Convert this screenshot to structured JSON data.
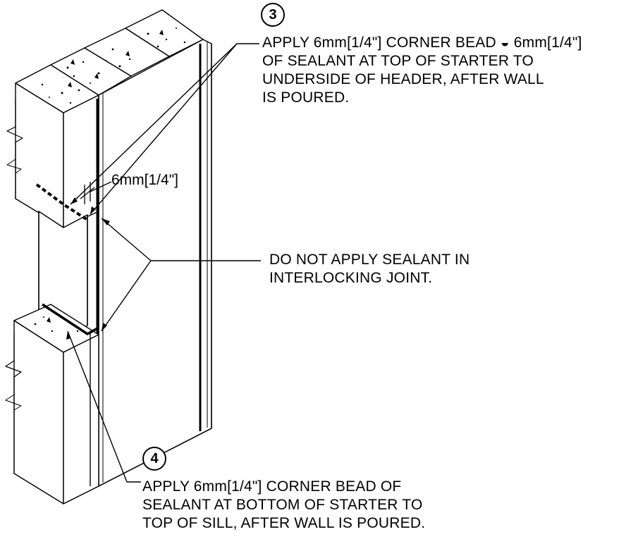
{
  "callouts": {
    "c3": {
      "number": "3",
      "lines": [
        "APPLY 6mm[1/4\"] CORNER BEAD ◒ 6mm[1/4\"]",
        "OF SEALANT AT TOP OF STARTER TO",
        "UNDERSIDE OF HEADER, AFTER WALL",
        "IS POURED."
      ]
    },
    "c4": {
      "number": "4",
      "lines": [
        "APPLY 6mm[1/4\"] CORNER BEAD OF",
        "SEALANT AT BOTTOM OF STARTER TO",
        "TOP OF SILL, AFTER WALL IS POURED."
      ]
    },
    "joint_note": {
      "lines": [
        "DO NOT APPLY SEALANT IN",
        "INTERLOCKING JOINT."
      ]
    }
  },
  "dimension": {
    "label": "6mm[1/4\"]"
  }
}
